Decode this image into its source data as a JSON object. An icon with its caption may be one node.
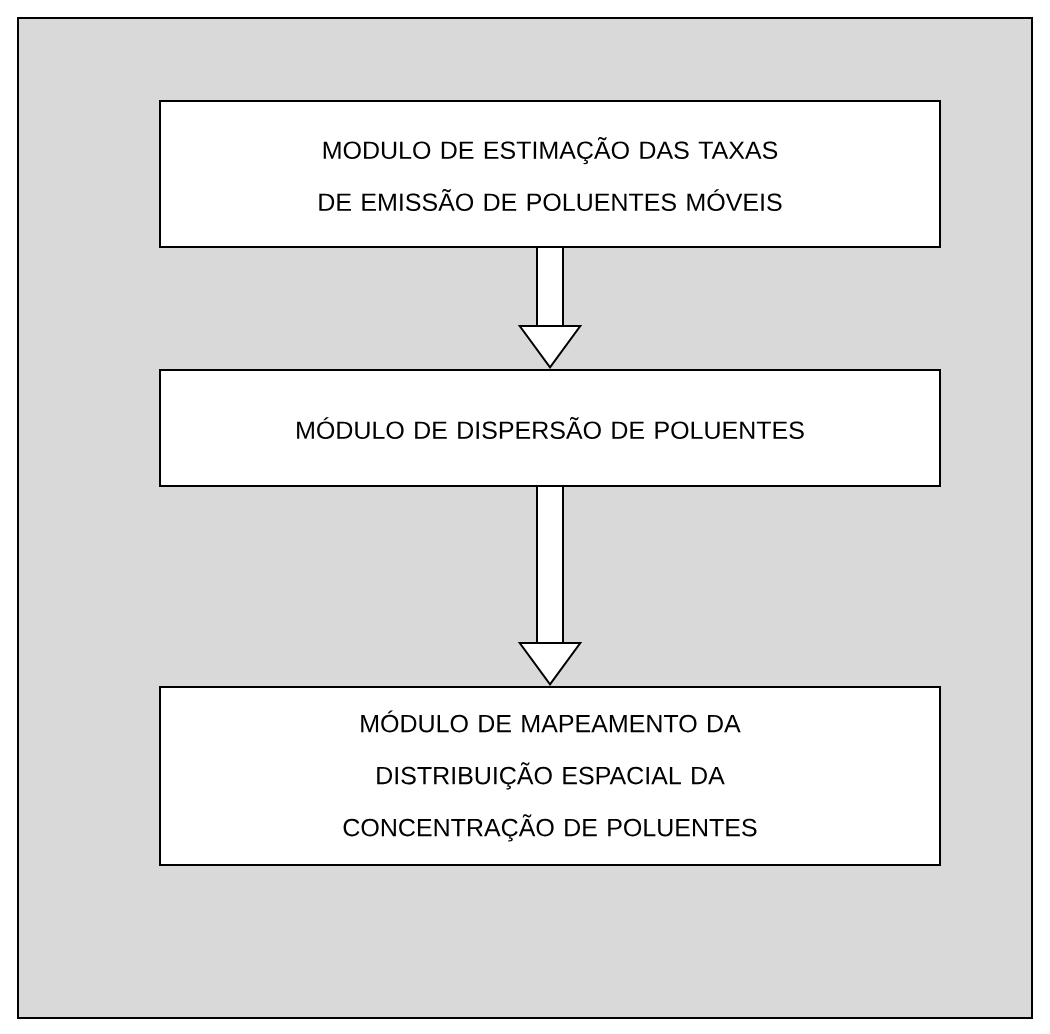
{
  "diagram": {
    "nodes": [
      {
        "text": [
          "MODULO DE ESTIMAÇÃO DAS TAXAS DE EMISSÃO DE POLUENTES MÓVEIS"
        ]
      },
      {
        "text": [
          "MÓDULO DE DISPERSÃO DE POLUENTES"
        ]
      },
      {
        "text": [
          "MÓDULO DE MAPEAMENTO DA DISTRIBUIÇÃO ESPACIAL DA CONCENTRAÇÃO DE POLUENTES"
        ]
      }
    ],
    "edges": [
      {
        "from": 0,
        "to": 1,
        "arrow": "to"
      },
      {
        "from": 1,
        "to": 2,
        "arrow": "to"
      }
    ]
  }
}
